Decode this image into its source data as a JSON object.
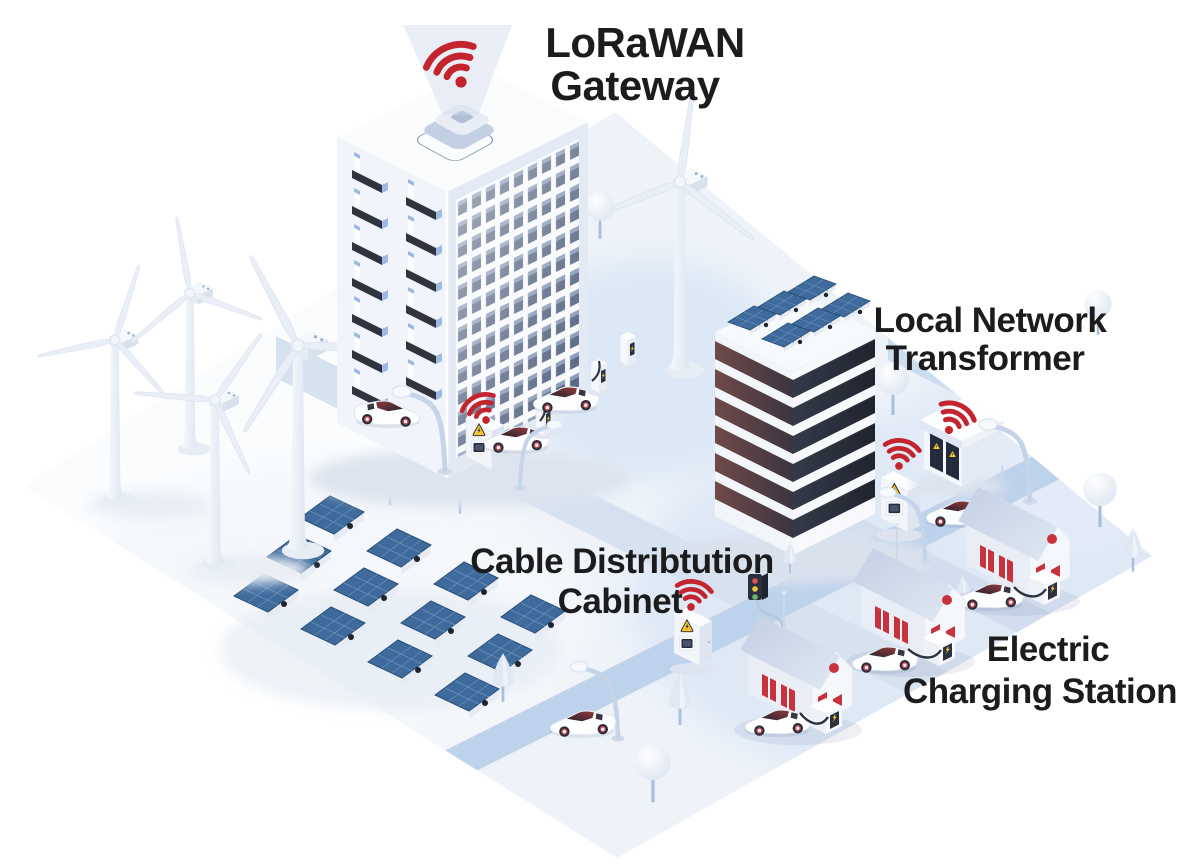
{
  "illustration": {
    "labels": {
      "gateway": [
        "LoRaWAN",
        "Gateway"
      ],
      "transformer": [
        "Local Network",
        "Transformer"
      ],
      "cabinet": [
        "Cable Distribtution",
        "Cabinet"
      ],
      "charging": [
        "Electric",
        "Charging Station"
      ]
    },
    "colors": {
      "accent_red": "#c3242e",
      "navy": "#2b3140",
      "warning_yellow": "#f6c62f",
      "solar_blue": "#3e6b9c",
      "road_blue": "#bdd2eb",
      "ground": "#eef3f9",
      "label_text": "#1c1c1e"
    },
    "icons": [
      "wifi-icon",
      "warning-triangle-icon",
      "lightning-bolt-icon"
    ],
    "elements": [
      "lorawan-gateway",
      "apartment-building",
      "wind-turbines",
      "solar-farm",
      "local-network-transformer-building",
      "transformer-kiosk",
      "cable-distribution-cabinets",
      "electric-charging-stations",
      "houses",
      "electric-cars",
      "roads",
      "street-lamps",
      "traffic-light",
      "trees"
    ]
  }
}
